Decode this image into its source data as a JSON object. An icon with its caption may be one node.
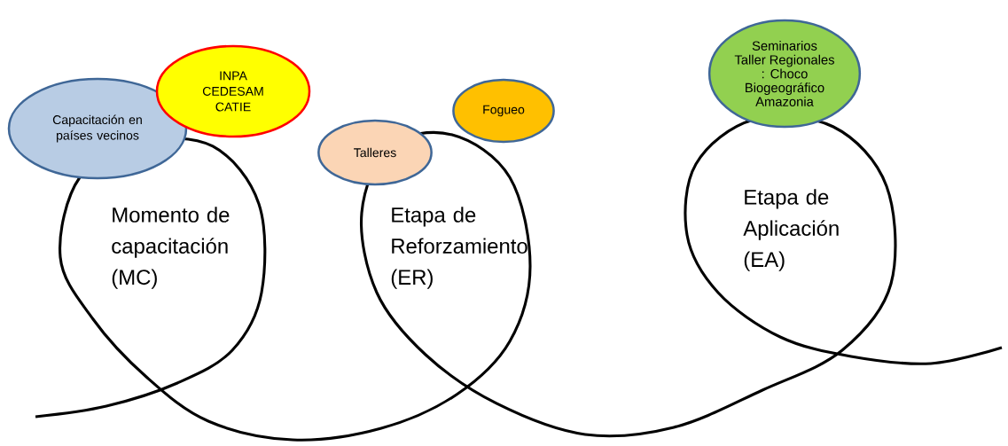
{
  "diagram": {
    "nodes": [
      {
        "text": [
          "Capacitación en países vecinos"
        ]
      },
      {
        "text": [
          "INPA CEDESAM CATIE"
        ]
      },
      {
        "text": [
          "Talleres"
        ]
      },
      {
        "text": [
          "Fogueo"
        ]
      },
      {
        "text": [
          "Seminarios",
          "Taller Regionales : Choco Biogeográfico Amazonia"
        ]
      }
    ],
    "labels": [
      "Momento de capacitación (MC)",
      "Etapa de Reforzamiento (ER)",
      "Etapa de Aplicación (EA)"
    ]
  }
}
